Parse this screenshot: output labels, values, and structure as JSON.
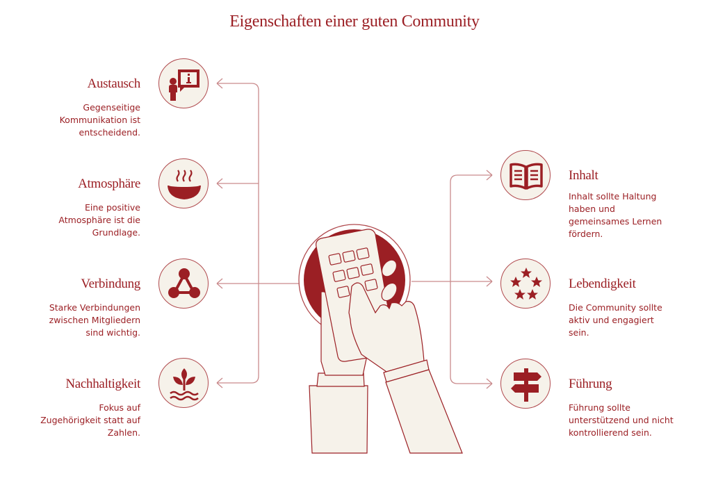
{
  "title": "Eigenschaften einer guten Community",
  "colors": {
    "accent": "#9b1f24",
    "background": "#f6f2ea",
    "connector": "#c98a8c"
  },
  "left_items": [
    {
      "heading": "Austausch",
      "lines": [
        "Gegenseitige",
        "Kommunikation ist",
        "entscheidend."
      ],
      "icon": "person-info-speech-icon"
    },
    {
      "heading": "Atmosphäre",
      "lines": [
        "Eine positive",
        "Atmosphäre ist die",
        "Grundlage."
      ],
      "icon": "steaming-bowl-icon"
    },
    {
      "heading": "Verbindung",
      "lines": [
        "Starke Verbindungen",
        "zwischen Mitgliedern",
        "sind wichtig."
      ],
      "icon": "connected-nodes-icon"
    },
    {
      "heading": "Nachhaltigkeit",
      "lines": [
        "Fokus auf",
        "Zugehörigkeit statt auf",
        "Zahlen."
      ],
      "icon": "plant-water-icon"
    }
  ],
  "right_items": [
    {
      "heading": "Inhalt",
      "lines": [
        "Inhalt sollte Haltung",
        "haben und",
        "gemeinsames Lernen",
        "fördern."
      ],
      "icon": "open-book-icon"
    },
    {
      "heading": "Lebendigkeit",
      "lines": [
        "Die Community sollte",
        "aktiv und engagiert",
        "sein."
      ],
      "icon": "stars-circle-icon"
    },
    {
      "heading": "Führung",
      "lines": [
        "Führung sollte",
        "unterstützend und nicht",
        "kontrollierend sein."
      ],
      "icon": "signpost-icon"
    }
  ]
}
